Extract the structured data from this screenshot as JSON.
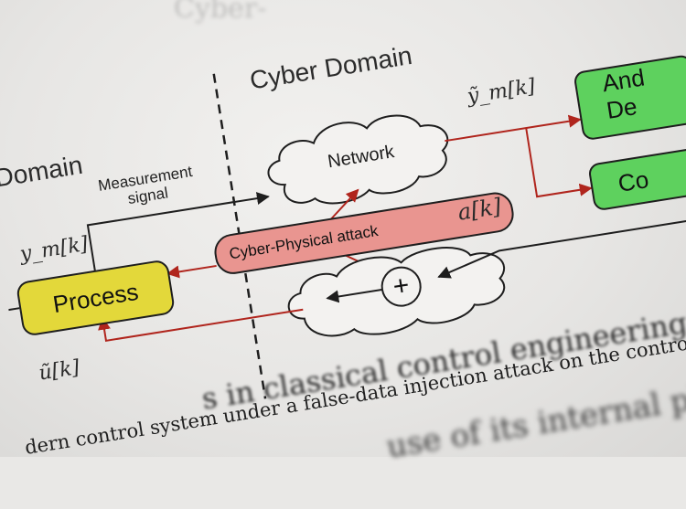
{
  "figure": {
    "top_partial_title": "Cyber-",
    "physical_domain_label": "Domain",
    "cyber_domain_label": "Cyber Domain",
    "measurement_signal_label": "Measurement\nsignal",
    "ym_label": "y_m[k]",
    "ym_tilde_label": "ỹ_m[k]",
    "u_tilde_label": "ũ[k]",
    "a_label": "a[k]",
    "network_label": "Network",
    "attack_label": "Cyber-Physical attack",
    "process_label": "Process",
    "sum_symbol": "+",
    "anomaly_box_label_line1": "And",
    "anomaly_box_label_line2": "De",
    "controller_box_label": "Co",
    "colors": {
      "process_fill": "#e3d83a",
      "attack_fill": "#e99590",
      "green_fill": "#5ed15e",
      "attack_arrow": "#b0251d",
      "line": "#1e1e1e"
    }
  },
  "text": {
    "caption": "dern control system under a false-data injection attack on the contro",
    "blurred_line1": "s in classical control engineering ar",
    "blurred_line2": "use of its internal physica"
  }
}
